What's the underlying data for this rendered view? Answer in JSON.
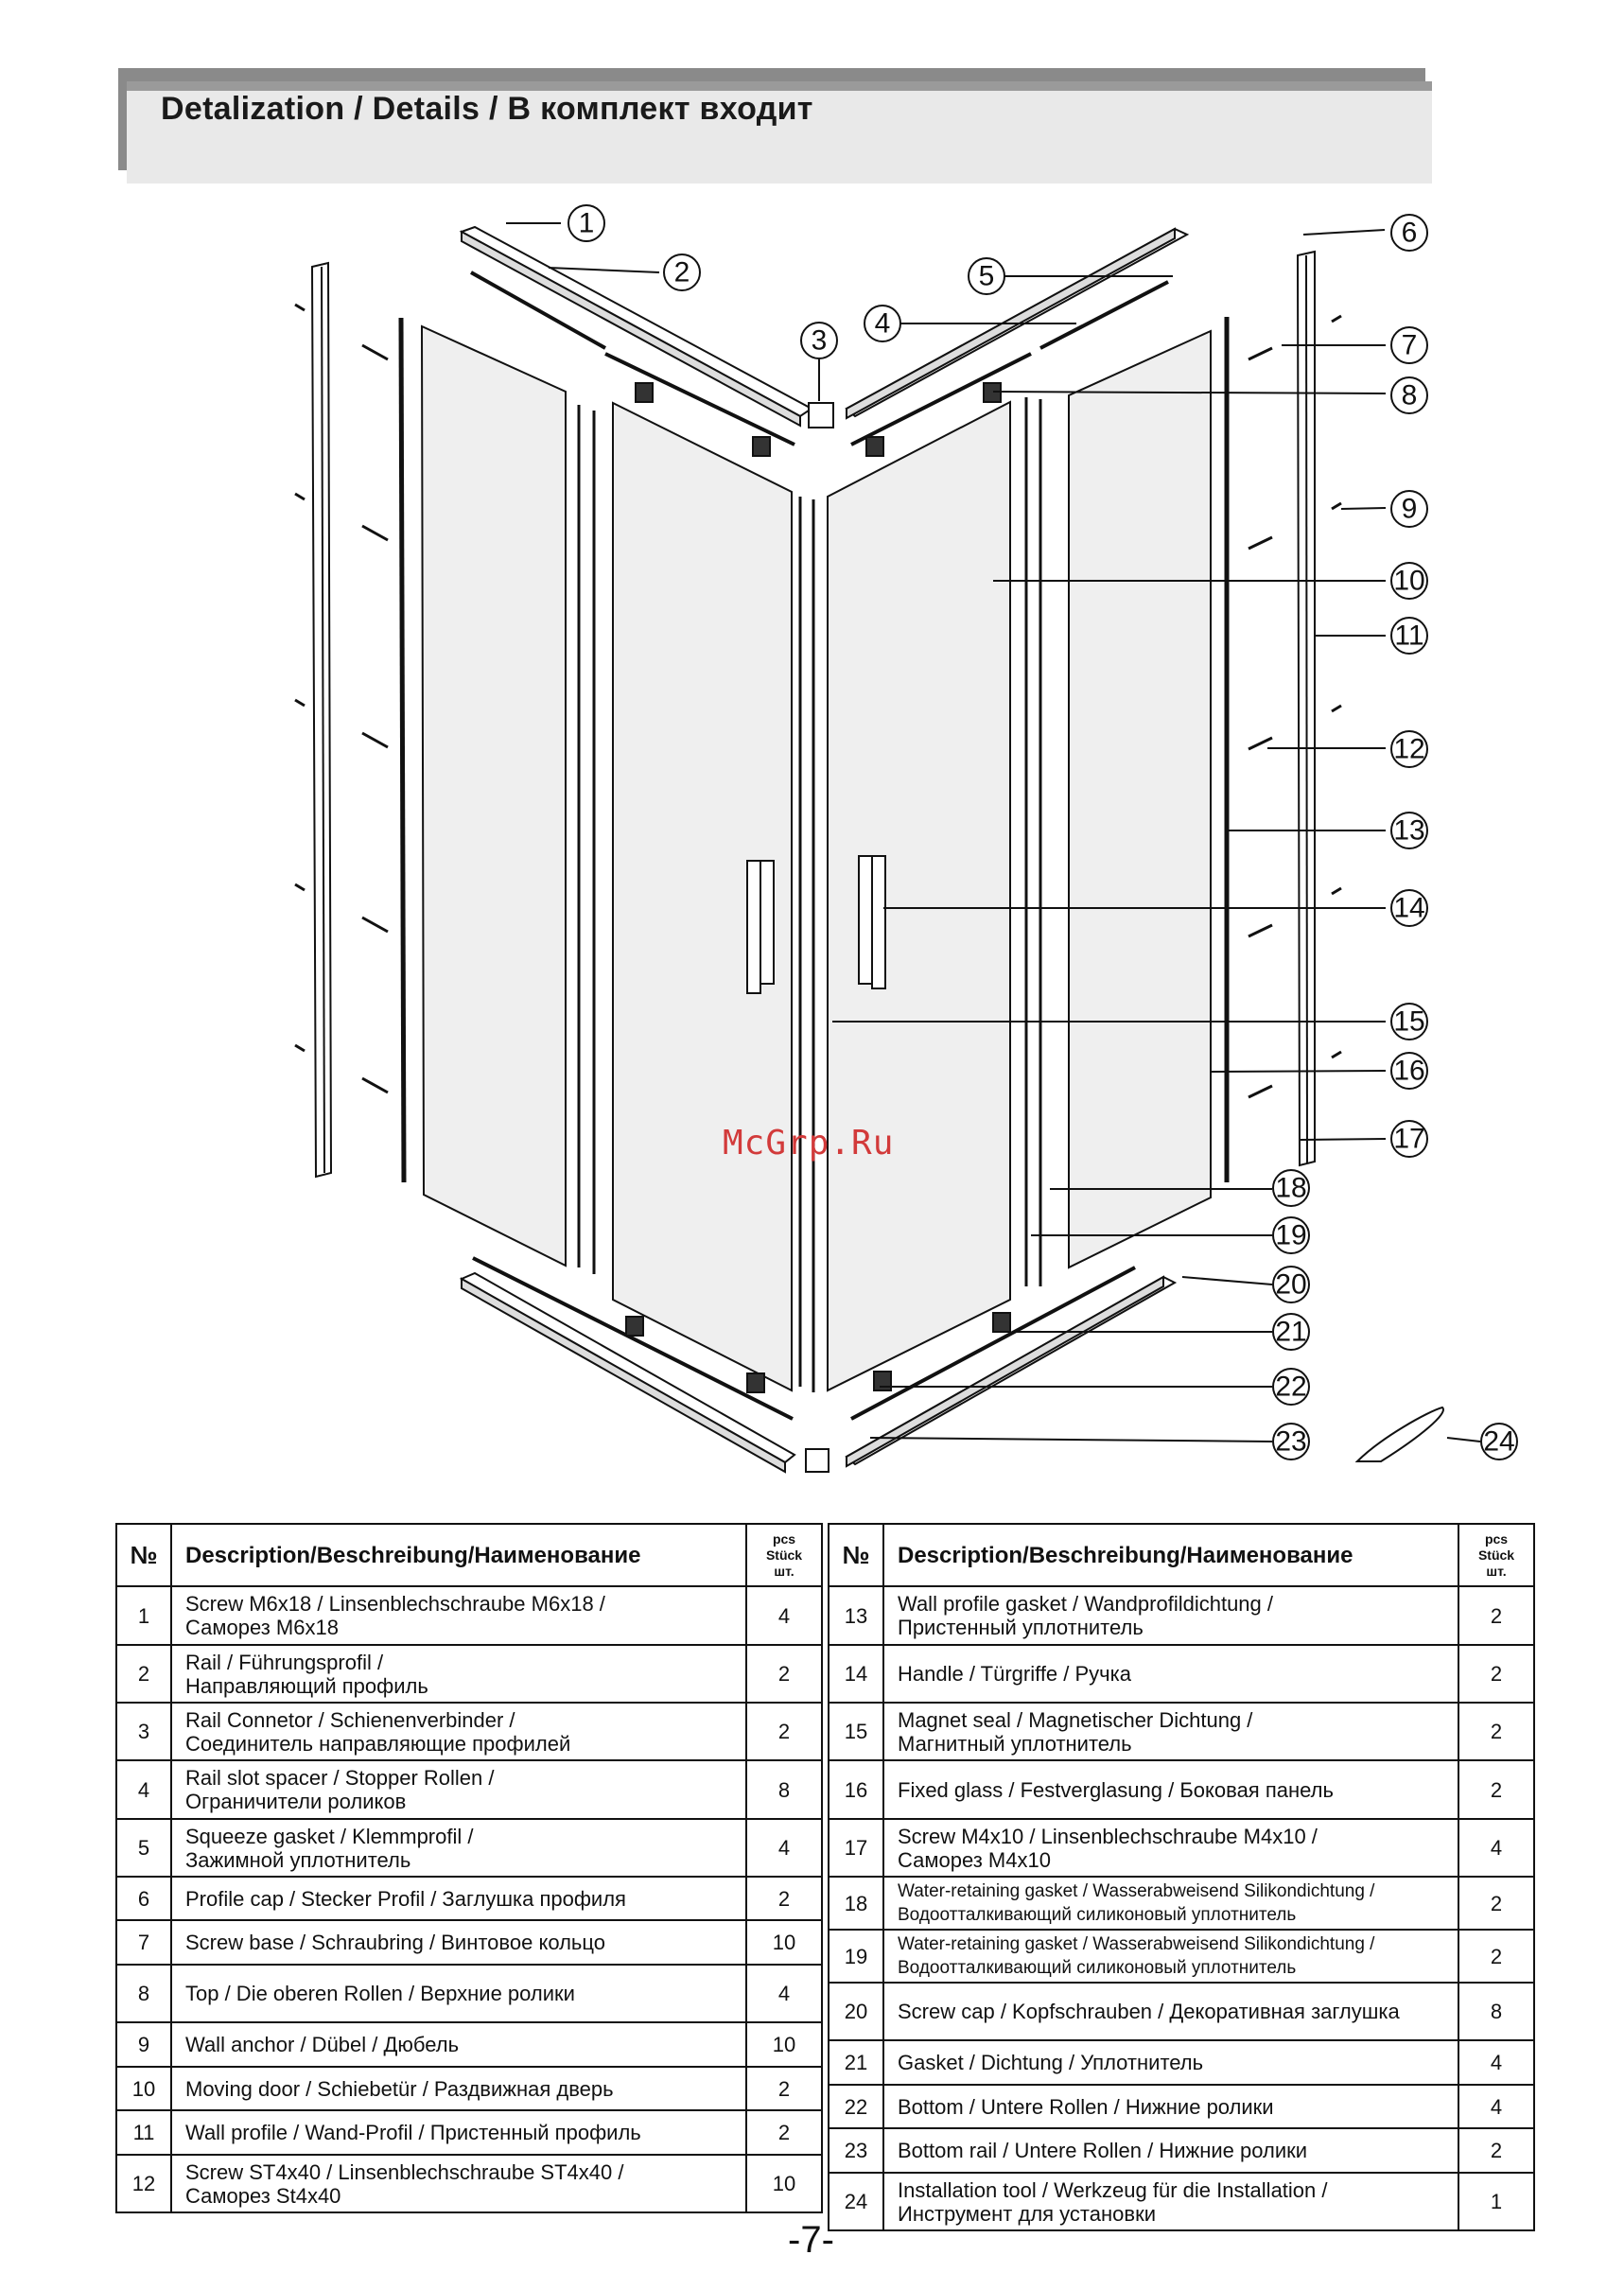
{
  "header": {
    "title": "Detalization / Details / В комплект входит"
  },
  "watermark": "McGrp.Ru",
  "callouts": [
    "1",
    "2",
    "3",
    "4",
    "5",
    "6",
    "7",
    "8",
    "9",
    "10",
    "11",
    "12",
    "13",
    "14",
    "15",
    "16",
    "17",
    "18",
    "19",
    "20",
    "21",
    "22",
    "23",
    "24"
  ],
  "table": {
    "col_no": "№",
    "col_desc": "Description/Beschreibung/Наименование",
    "col_qty": [
      "pcs",
      "Stück",
      "шт."
    ]
  },
  "parts_left": [
    {
      "no": "1",
      "lines": [
        "Screw M6x18 / Linsenblechschraube M6x18 /",
        "Саморез М6х18"
      ],
      "qty": "4"
    },
    {
      "no": "2",
      "lines": [
        "Rail / Führungsprofil /",
        "Направляющий профиль"
      ],
      "qty": "2"
    },
    {
      "no": "3",
      "lines": [
        "Rail Connetor / Schienenverbinder /",
        "Соединитель направляющие профилей"
      ],
      "qty": "2"
    },
    {
      "no": "4",
      "lines": [
        "Rail slot spacer / Stopper Rollen /",
        "Ограничители роликов"
      ],
      "qty": "8"
    },
    {
      "no": "5",
      "lines": [
        "Squeeze gasket / Klemmprofil /",
        "Зажимной уплотнитель"
      ],
      "qty": "4"
    },
    {
      "no": "6",
      "lines": [
        "Profile cap / Stecker Profil / Заглушка профиля"
      ],
      "qty": "2"
    },
    {
      "no": "7",
      "lines": [
        "Screw base / Schraubring / Винтовое кольцо"
      ],
      "qty": "10"
    },
    {
      "no": "8",
      "lines": [
        "Top / Die oberen Rollen / Верхние ролики"
      ],
      "qty": "4"
    },
    {
      "no": "9",
      "lines": [
        "Wall anchor / Dübel / Дюбель"
      ],
      "qty": "10"
    },
    {
      "no": "10",
      "lines": [
        "Moving door / Schiebetür / Раздвижная дверь"
      ],
      "qty": "2"
    },
    {
      "no": "11",
      "lines": [
        "Wall profile / Wand-Profil / Пристенный профиль"
      ],
      "qty": "2"
    },
    {
      "no": "12",
      "lines": [
        "Screw ST4x40 / Linsenblechschraube ST4x40 /",
        "Саморез St4x40"
      ],
      "qty": "10"
    }
  ],
  "parts_right": [
    {
      "no": "13",
      "lines": [
        "Wall profile gasket / Wandprofildichtung /",
        "Пристенный уплотнитель"
      ],
      "qty": "2"
    },
    {
      "no": "14",
      "lines": [
        "Handle / Türgriffe / Ручка"
      ],
      "qty": "2"
    },
    {
      "no": "15",
      "lines": [
        "Magnet seal / Magnetischer Dichtung /",
        "Магнитный уплотнитель"
      ],
      "qty": "2"
    },
    {
      "no": "16",
      "lines": [
        "Fixed glass / Festverglasung / Боковая панель"
      ],
      "qty": "2"
    },
    {
      "no": "17",
      "lines": [
        "Screw M4x10 / Linsenblechschraube M4x10 /",
        "Саморез М4х10"
      ],
      "qty": "4"
    },
    {
      "no": "18",
      "lines": [
        "Water-retaining gasket / Wasserabweisend Silikondichtung /",
        "Водоотталкивающий силиконовый уплотнитель"
      ],
      "qty": "2"
    },
    {
      "no": "19",
      "lines": [
        "Water-retaining gasket / Wasserabweisend Silikondichtung /",
        "Водоотталкивающий силиконовый уплотнитель"
      ],
      "qty": "2"
    },
    {
      "no": "20",
      "lines": [
        "Screw cap / Kopfschrauben / Декоративная заглушка"
      ],
      "qty": "8"
    },
    {
      "no": "21",
      "lines": [
        "Gasket / Dichtung / Уплотнитель"
      ],
      "qty": "4"
    },
    {
      "no": "22",
      "lines": [
        "Bottom / Untere Rollen / Нижние ролики"
      ],
      "qty": "4"
    },
    {
      "no": "23",
      "lines": [
        "Bottom rail / Untere Rollen / Нижние ролики"
      ],
      "qty": "2"
    },
    {
      "no": "24",
      "lines": [
        "Installation tool / Werkzeug für die Installation /",
        "Инструмент для установки"
      ],
      "qty": "1"
    }
  ],
  "page_number": "-7-"
}
